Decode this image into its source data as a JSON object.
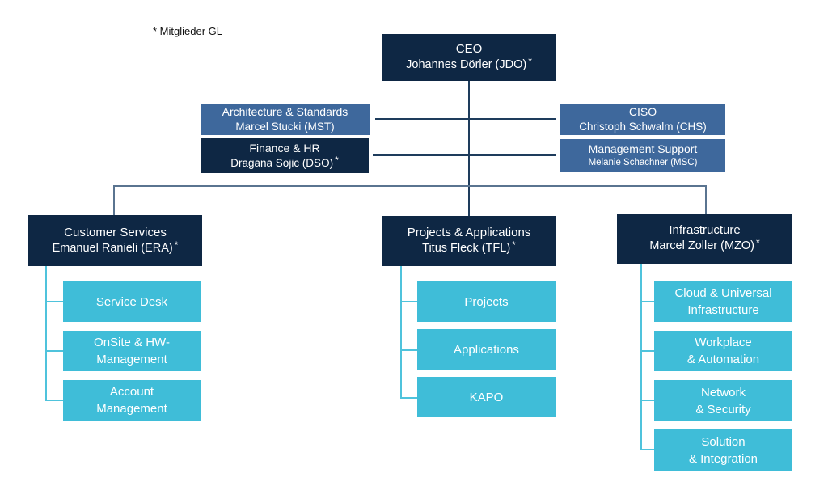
{
  "legend": {
    "label": "* Mitglieder GL"
  },
  "colors": {
    "navy": "#0e2744",
    "blue": "#3e689c",
    "cyan": "#3fbdd8",
    "line_navy": "#1e3c5c",
    "line_slate": "#5a7490",
    "line_cyan": "#4fc3dc"
  },
  "org": {
    "ceo": {
      "title": "CEO",
      "name": "Johannes Dörler (JDO)",
      "gl": "*"
    },
    "staff": [
      {
        "title": "Architecture & Standards",
        "name": "Marcel Stucki (MST)"
      },
      {
        "title": "Finance & HR",
        "name": "Dragana Sojic (DSO)",
        "gl": "*"
      },
      {
        "title": "CISO",
        "name": "Christoph Schwalm (CHS)"
      },
      {
        "title": "Management Support",
        "name": "Melanie Schachner (MSC)"
      }
    ],
    "departments": [
      {
        "title": "Customer Services",
        "name": "Emanuel Ranieli (ERA)",
        "gl": "*",
        "teams": [
          "Service Desk",
          "OnSite & HW-\nManagement",
          "Account\nManagement"
        ]
      },
      {
        "title": "Projects & Applications",
        "name": "Titus Fleck (TFL)",
        "gl": "*",
        "teams": [
          "Projects",
          "Applications",
          "KAPO"
        ]
      },
      {
        "title": "Infrastructure",
        "name": "Marcel Zoller (MZO)",
        "gl": "*",
        "teams": [
          "Cloud & Universal\nInfrastructure",
          "Workplace\n& Automation",
          "Network\n& Security",
          "Solution\n& Integration"
        ]
      }
    ]
  }
}
